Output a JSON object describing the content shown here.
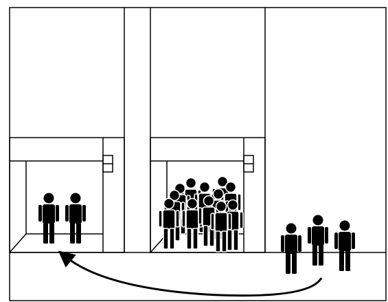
{
  "diagram": {
    "description_free": true,
    "elevators": [
      {
        "id": "left",
        "occupants": 2,
        "indicator_icon": "call-button-panel-icon"
      },
      {
        "id": "middle",
        "occupants": 12,
        "indicator_icon": "call-button-panel-icon"
      }
    ],
    "waiting_group": {
      "count": 3
    },
    "arrow": {
      "from": "waiting-group",
      "to": "left-elevator",
      "icon": "curved-arrow-icon"
    },
    "colors": {
      "stroke": "#000000",
      "fill": "#ffffff",
      "person": "#000000"
    }
  }
}
